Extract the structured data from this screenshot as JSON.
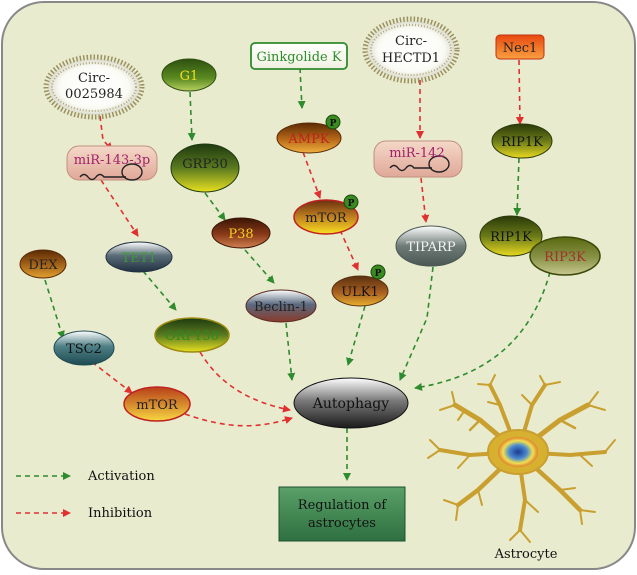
{
  "colors": {
    "background": "#e9ebcf",
    "border": "#888888",
    "activation": "#2e8b2e",
    "inhibition": "#e03030",
    "astrocyte": "#c9a030",
    "nucleus": "#2a5fb0"
  },
  "nodes": {
    "circ0025984": "Circ-\n0025984",
    "mir143": "miR-143-3p",
    "tet1": "TET1",
    "orp150": "ORP150",
    "g1": "G1",
    "grp30": "GRP30",
    "p38": "P38",
    "beclin1": "Beclin-1",
    "ginkgolide": "Ginkgolide K",
    "ampk": "AMPK",
    "mtor1": "mTOR",
    "ulk1": "ULK1",
    "circhectd1": "Circ-\nHECTD1",
    "mir142": "miR-142",
    "tiparp": "TIPARP",
    "nec1": "Nec1",
    "rip1k_a": "RIP1K",
    "rip1k_b": "RIP1K",
    "rip3k": "RIP3K",
    "dex": "DEX",
    "tsc2": "TSC2",
    "mtor2": "mTOR",
    "autophagy": "Autophagy",
    "regulation": "Regulation of\nastrocytes",
    "astrocyte": "Astrocyte",
    "phospho": "P"
  },
  "legend": {
    "activation": "Activation",
    "inhibition": "Inhibition"
  }
}
